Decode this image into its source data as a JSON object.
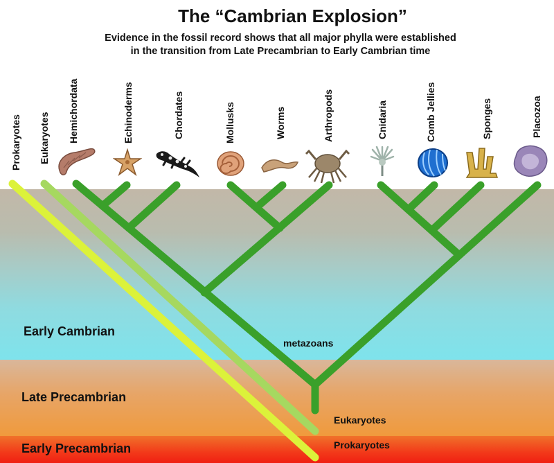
{
  "title": "The “Cambrian Explosion”",
  "subtitle": {
    "line1": "Evidence in the fossil record shows that all major phylla were established",
    "line2": "in the transition from Late Precambrian to Early Cambrian time"
  },
  "taxa": [
    {
      "label": "Prokaryotes",
      "icon": "none"
    },
    {
      "label": "Eukaryotes",
      "icon": "none"
    },
    {
      "label": "Hemichordata",
      "icon": "acorn-worm-icon"
    },
    {
      "label": "Echinoderms",
      "icon": "starfish-icon"
    },
    {
      "label": "Chordates",
      "icon": "salamander-icon"
    },
    {
      "label": "Mollusks",
      "icon": "snail-shell-icon"
    },
    {
      "label": "Worms",
      "icon": "worm-icon"
    },
    {
      "label": "Arthropods",
      "icon": "crab-icon"
    },
    {
      "label": "Cnidaria",
      "icon": "hydroid-icon"
    },
    {
      "label": "Comb Jellies",
      "icon": "comb-jelly-icon"
    },
    {
      "label": "Sponges",
      "icon": "sponge-icon"
    },
    {
      "label": "Placozoa",
      "icon": "placozoa-icon"
    }
  ],
  "eras": {
    "early_cambrian": "Early Cambrian",
    "late_precambrian": "Late Precambrian",
    "early_precambrian": "Early Precambrian"
  },
  "nodes": {
    "metazoans": "metazoans",
    "eukaryotes": "Eukaryotes",
    "prokaryotes": "Prokaryotes"
  },
  "colors": {
    "metazoan_branch": "#3aa02a",
    "eukaryote_branch": "#a6d860",
    "prokaryote_branch": "#dcf23a"
  }
}
